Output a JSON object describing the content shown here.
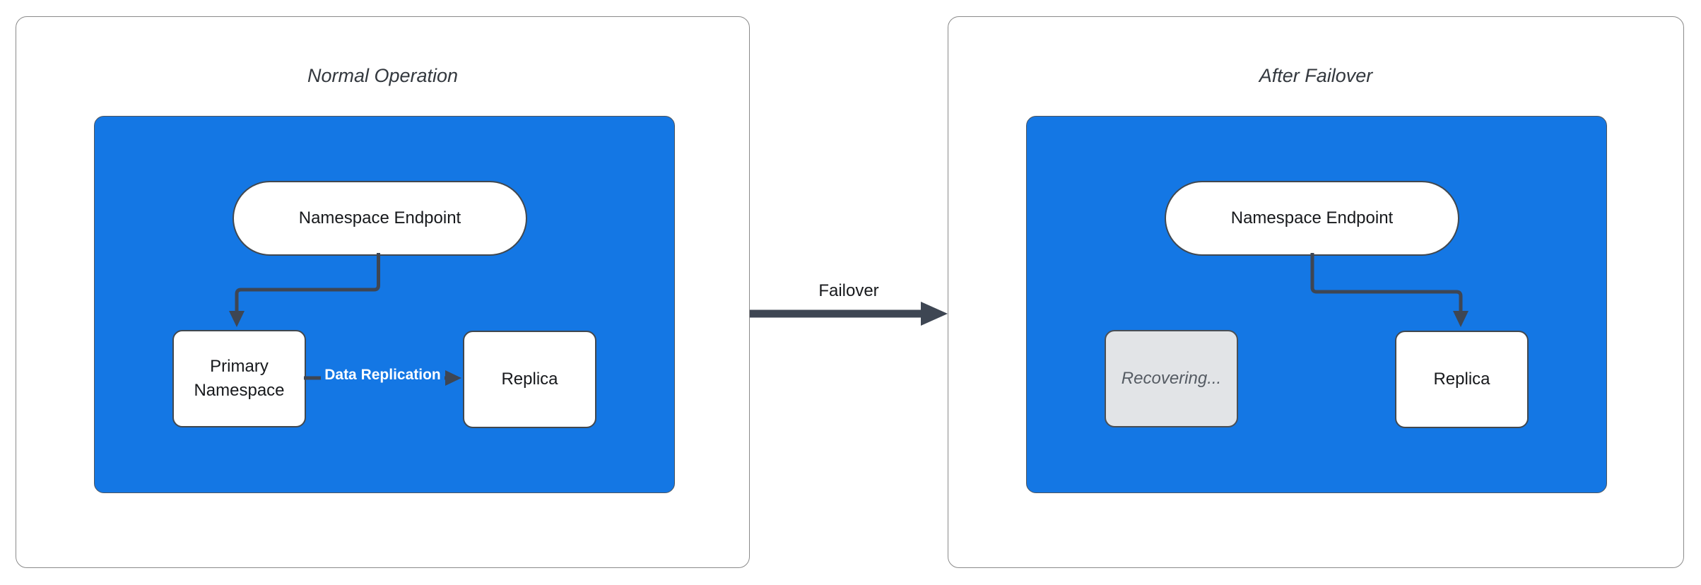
{
  "colors": {
    "container-blue": "#1477E4",
    "arrow-dark": "#3E4653",
    "node-border": "#41484F",
    "panel-border": "#8A8A8A",
    "node-bg": "#FFFFFF",
    "recovering-bg": "#E2E4E7",
    "recovering-text": "#555B63",
    "title-text": "#33383E",
    "node-text": "#17191C",
    "edge-label-white": "#FFFFFF"
  },
  "diagram": {
    "transition": {
      "label": "Failover"
    },
    "panels": [
      {
        "title": "Normal Operation",
        "endpoint_label": "Namespace Endpoint",
        "nodes": [
          {
            "label": "Primary Namespace",
            "state": "active"
          },
          {
            "label": "Replica",
            "state": "active"
          }
        ],
        "edge_label": "Data Replication"
      },
      {
        "title": "After Failover",
        "endpoint_label": "Namespace Endpoint",
        "nodes": [
          {
            "label": "Recovering...",
            "state": "recovering"
          },
          {
            "label": "Replica",
            "state": "active"
          }
        ]
      }
    ]
  }
}
